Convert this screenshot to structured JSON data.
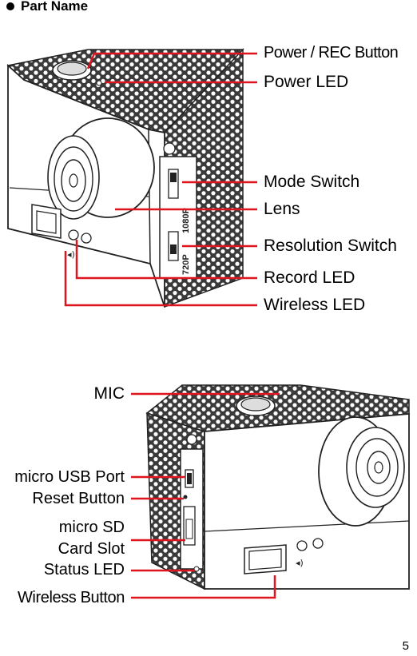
{
  "heading": {
    "bullet_icon": "filled-circle-icon",
    "title": "Part Name"
  },
  "camera1": {
    "labels": {
      "power_rec_button": "Power / REC Button",
      "power_led": "Power LED",
      "mode_switch": "Mode Switch",
      "lens": "Lens",
      "resolution_switch": "Resolution Switch",
      "record_led": "Record LED",
      "wireless_led": "Wireless LED"
    },
    "switch_marks": {
      "res_top": "1080P",
      "res_bottom": "720P"
    }
  },
  "camera2": {
    "labels": {
      "mic": "MIC",
      "micro_usb_port": "micro USB Port",
      "reset_button": "Reset Button",
      "micro_sd_line1": "micro SD",
      "micro_sd_line2": "Card Slot",
      "status_led": "Status LED",
      "wireless_button": "Wireless Button"
    }
  },
  "page_number": "5",
  "colors": {
    "leader_line": "#e0141e",
    "outline": "#222222"
  }
}
